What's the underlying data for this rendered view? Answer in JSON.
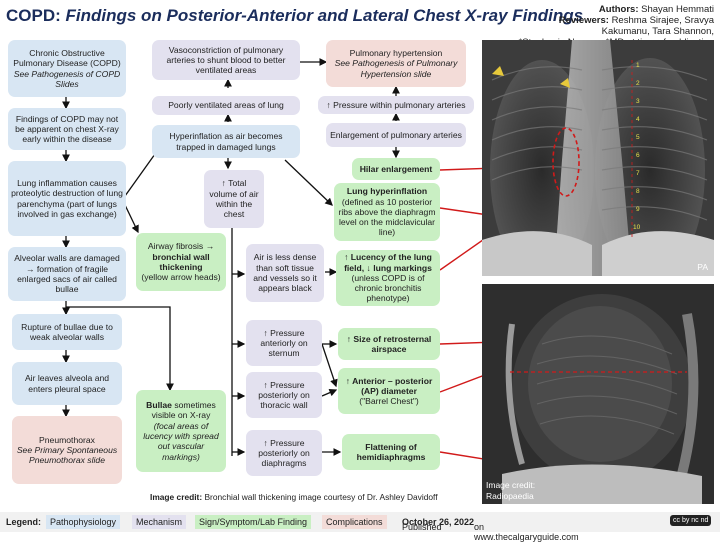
{
  "header": {
    "title_main": "COPD:",
    "title_sub": "Findings on Posterior-Anterior and Lateral Chest X-ray Findings",
    "authors_label": "Authors:",
    "authors": "Shayan Hemmati",
    "reviewers_label": "Reviewers:",
    "reviewers_1": "Reshma Sirajee, Sravya",
    "reviewers_2": "Kakumanu, Tara Shannon,",
    "reviewers_3": "*Stephanie Nguyen, *MD at time of publication"
  },
  "left_col": {
    "copd_line1": "Chronic Obstructive Pulmonary Disease (COPD)",
    "copd_line2": "See Pathogenesis of COPD Slides",
    "findings": "Findings of COPD may not be apparent on chest X-ray early within the disease",
    "inflammation": "Lung inflammation causes proteolytic destruction of lung parenchyma (part of lungs involved in gas exchange)",
    "alveolar": "Alveolar walls are damaged → formation of fragile enlarged sacs of air called bullae",
    "rupture": "Rupture of bullae due to weak alveolar walls",
    "air_leaves": "Air leaves alveola and enters pleural space",
    "pneumo_1": "Pneumothorax",
    "pneumo_2": "See Primary Spontaneous Pneumothorax slide"
  },
  "mid_col": {
    "airway_1": "Airway fibrosis →",
    "airway_2": "bronchial wall thickening",
    "airway_3": "(yellow arrow heads)",
    "bullae_1": "Bullae",
    "bullae_2": "sometimes visible on X-ray",
    "bullae_3": "(focal areas of lucency with spread out vascular markings)",
    "vaso": "Vasoconstriction of pulmonary arteries to shunt blood to better ventilated areas",
    "poorly": "Poorly ventilated areas of lung",
    "hyperinfl": "Hyperinflation as air becomes trapped in damaged lungs",
    "total": "↑ Total volume of air within the chest",
    "air_less": "Air is less dense than soft tissue and vessels so it appears black",
    "press_ant": "↑ Pressure anteriorly on sternum",
    "press_post": "↑ Pressure posteriorly on thoracic wall",
    "press_diaph": "↑ Pressure posteriorly on diaphragms"
  },
  "right_col": {
    "pulm_htn_1": "Pulmonary hypertension",
    "pulm_htn_2": "See Pathogenesis of Pulmonary Hypertension slide",
    "pressure_pa": "↑ Pressure within pulmonary arteries",
    "enlarge_pa": "Enlargement of pulmonary arteries",
    "hilar": "Hilar enlargement",
    "hyper_title": "Lung hyperinflation",
    "hyper_detail": "(defined as 10 posterior ribs above the diaphragm level on the midclavicular line)",
    "lucency_title": "↑ Lucency of the lung field, ↓ lung markings",
    "lucency_detail": "(unless COPD is of chronic bronchitis phenotype)",
    "retro_1": "↑ Size of retrosternal",
    "retro_2": "airspace",
    "ap_1": "↑ Anterior – posterior",
    "ap_2": "(AP) diameter",
    "ap_3": "(\"Barrel Chest\")",
    "flat_1": "Flattening of",
    "flat_2": "hemidiaphragms"
  },
  "xray": {
    "pa_label": "PA",
    "credit_1": "Image credit:",
    "credit_2": "Radiopaedia",
    "rib_numbers": [
      "1",
      "2",
      "3",
      "4",
      "5",
      "6",
      "7",
      "8",
      "9",
      "10"
    ]
  },
  "footer": {
    "image_credit_label": "Image credit:",
    "image_credit_text": "Bronchial wall thickening image courtesy of Dr. Ashley Davidoff",
    "legend_label": "Legend:",
    "legend_items": [
      "Pathophysiology",
      "Mechanism",
      "Sign/Symptom/Lab Finding",
      "Complications"
    ],
    "published_prefix": "Published",
    "published_date": "October 26, 2022",
    "published_suffix": "on www.thecalgaryguide.com",
    "license": "cc by nc nd"
  },
  "colors": {
    "pathophysiology": "#d8e6f3",
    "mechanism": "#e3e1ef",
    "sign": "#c9efc3",
    "complications": "#f3dcd8",
    "title": "#1b2d5c",
    "annotation_red": "#d11a1a"
  }
}
